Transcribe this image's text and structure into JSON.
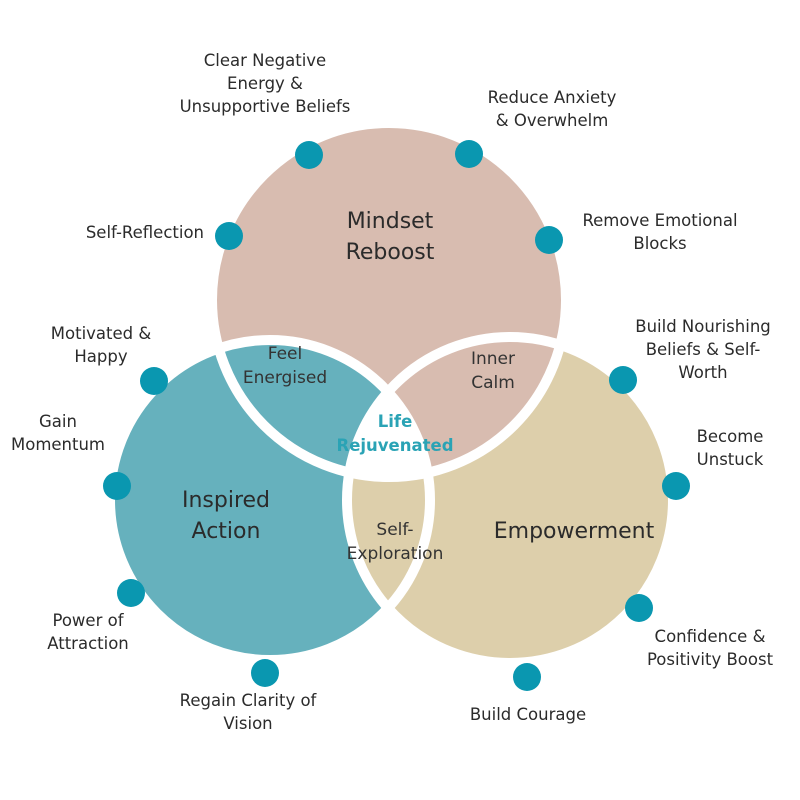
{
  "circles": {
    "mindset": {
      "title": "Mindset\nReboost",
      "color": "#d8bcb0"
    },
    "action": {
      "title": "Inspired\nAction",
      "color": "#66b1bd"
    },
    "empower": {
      "title": "Empowerment",
      "color": "#ddcfab"
    }
  },
  "overlaps": {
    "mindset_action": "Feel\nEnergised",
    "mindset_empower": "Inner\nCalm",
    "action_empower": "Self-\nExploration",
    "center": "Life\nRejuvenated"
  },
  "dot_color": "#0a97b0",
  "outer_labels": {
    "clear_negative": "Clear Negative\nEnergy &\nUnsupportive Beliefs",
    "reduce_anxiety": "Reduce Anxiety\n& Overwhelm",
    "self_reflection": "Self-Reflection",
    "remove_blocks": "Remove Emotional\nBlocks",
    "motivated": "Motivated &\nHappy",
    "gain_momentum": "Gain\nMomentum",
    "power_attraction": "Power of\nAttraction",
    "regain_clarity": "Regain Clarity of\nVision",
    "build_beliefs": "Build Nourishing\nBeliefs & Self-\nWorth",
    "become_unstuck": "Become\nUnstuck",
    "confidence": "Confidence &\nPositivity Boost",
    "build_courage": "Build Courage"
  }
}
